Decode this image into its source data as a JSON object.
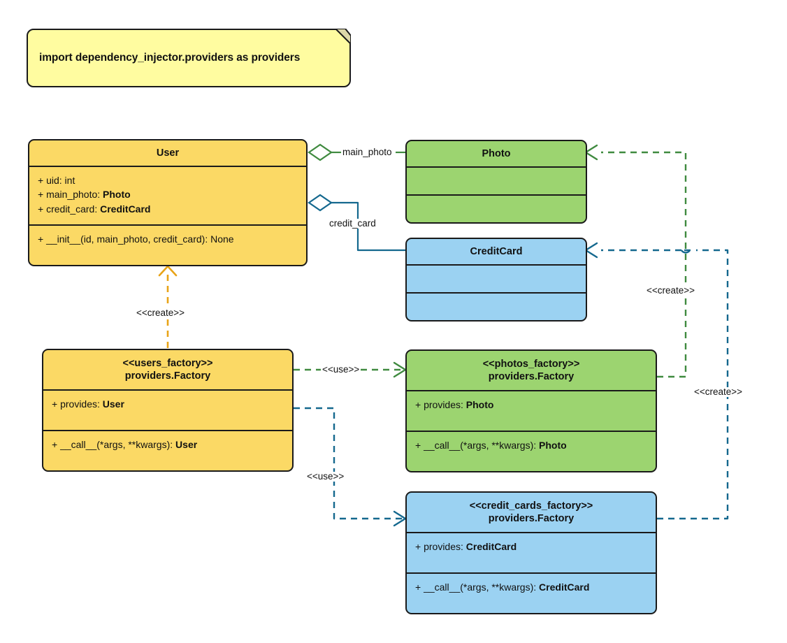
{
  "diagram": {
    "title": "Dependency Injector Factory providers UML class diagram",
    "colors": {
      "yellow": "#FBD965",
      "green": "#9CD470",
      "blue": "#9BD2F2",
      "note": "#FFFCA0",
      "stroke": "#1a1a1a",
      "green_edge": "#3F8A3F",
      "blue_edge": "#14688E",
      "orange_edge": "#E8A317"
    }
  },
  "note": {
    "text": "import dependency_injector.providers as providers"
  },
  "classes": {
    "user": {
      "name": "User",
      "stereotype": "",
      "attributes": [
        {
          "prefix": "+ ",
          "label": "uid: ",
          "type": "int",
          "type_bold": false
        },
        {
          "prefix": "+ ",
          "label": "main_photo: ",
          "type": "Photo",
          "type_bold": true
        },
        {
          "prefix": "+ ",
          "label": "credit_card: ",
          "type": "CreditCard",
          "type_bold": true
        }
      ],
      "methods": [
        {
          "prefix": "+ ",
          "label": "__init__(id, main_photo, credit_card): ",
          "type": "None",
          "type_bold": false
        }
      ]
    },
    "photo": {
      "name": "Photo",
      "stereotype": "",
      "attributes": [],
      "methods": []
    },
    "credit_card": {
      "name": "CreditCard",
      "stereotype": "",
      "attributes": [],
      "methods": []
    },
    "users_factory": {
      "stereotype": "<<users_factory>>",
      "name": "providers.Factory",
      "attributes": [
        {
          "prefix": "+ ",
          "label": "provides: ",
          "type": "User",
          "type_bold": true
        }
      ],
      "methods": [
        {
          "prefix": "+ ",
          "label": "__call__(*args, **kwargs): ",
          "type": "User",
          "type_bold": true
        }
      ]
    },
    "photos_factory": {
      "stereotype": "<<photos_factory>>",
      "name": "providers.Factory",
      "attributes": [
        {
          "prefix": "+ ",
          "label": "provides: ",
          "type": "Photo",
          "type_bold": true
        }
      ],
      "methods": [
        {
          "prefix": "+ ",
          "label": "__call__(*args, **kwargs): ",
          "type": "Photo",
          "type_bold": true
        }
      ]
    },
    "credit_cards_factory": {
      "stereotype": "<<credit_cards_factory>>",
      "name": "providers.Factory",
      "attributes": [
        {
          "prefix": "+ ",
          "label": "provides: ",
          "type": "CreditCard",
          "type_bold": true
        }
      ],
      "methods": [
        {
          "prefix": "+ ",
          "label": "__call__(*args, **kwargs): ",
          "type": "CreditCard",
          "type_bold": true
        }
      ]
    }
  },
  "edges": {
    "user_main_photo": {
      "label": "main_photo",
      "kind": "aggregation",
      "color": "#3F8A3F"
    },
    "user_credit_card": {
      "label": "credit_card",
      "kind": "aggregation",
      "color": "#14688E"
    },
    "users_factory_creates_user": {
      "label": "<<create>>",
      "kind": "dependency",
      "color": "#E8A317"
    },
    "users_factory_uses_photos_factory": {
      "label": "<<use>>",
      "kind": "dependency",
      "color": "#3F8A3F"
    },
    "users_factory_uses_credit_cards_factory": {
      "label": "<<use>>",
      "kind": "dependency",
      "color": "#14688E"
    },
    "photos_factory_creates_photo": {
      "label": "<<create>>",
      "kind": "dependency",
      "color": "#3F8A3F"
    },
    "credit_cards_factory_creates_credit_card": {
      "label": "<<create>>",
      "kind": "dependency",
      "color": "#14688E"
    }
  }
}
